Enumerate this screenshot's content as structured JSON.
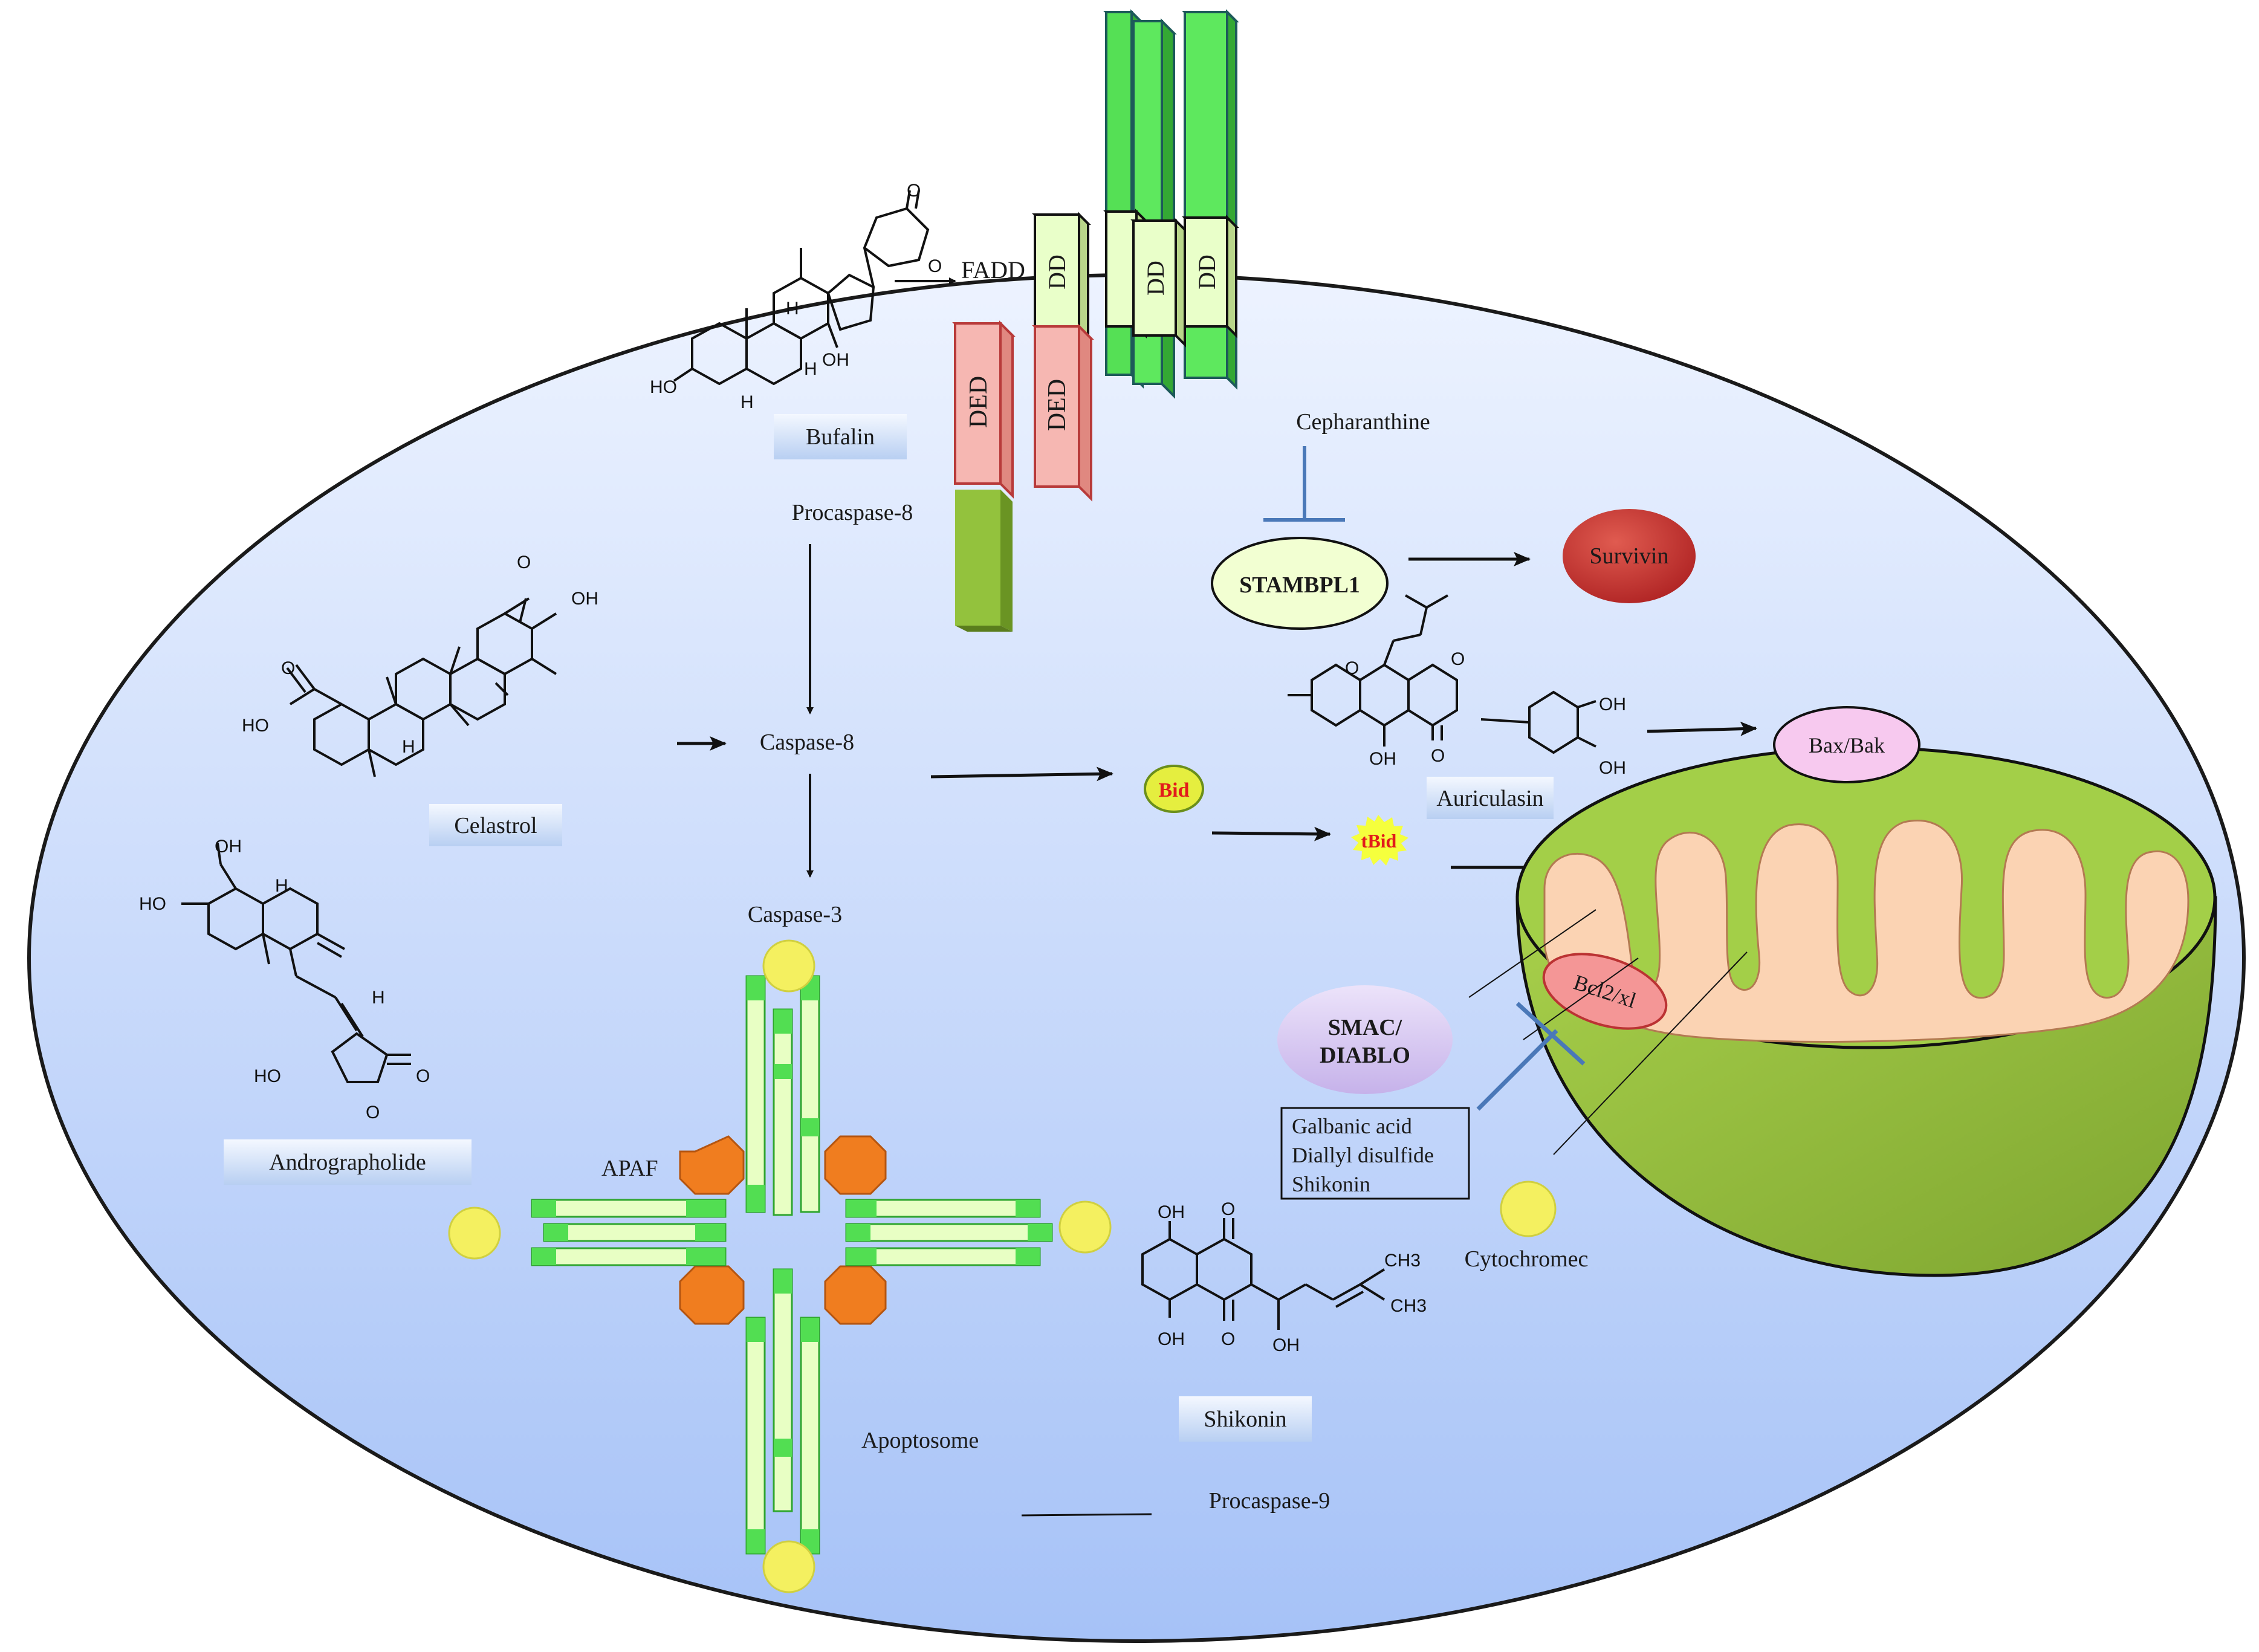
{
  "labels": {
    "fadd": "FADD",
    "dd": "DD",
    "ded": "DED",
    "procaspase8": "Procaspase-8",
    "caspase8": "Caspase-8",
    "caspase3": "Caspase-3",
    "cepharanthine": "Cepharanthine",
    "stambpl1": "STAMBPL1",
    "survivin": "Survivin",
    "bid": "Bid",
    "tbid": "tBid",
    "baxbak": "Bax/Bak",
    "bcl2": "Bcl2/xl",
    "smac_line1": "SMAC/",
    "smac_line2": "DIABLO",
    "inhibitors": [
      "Galbanic acid",
      "Diallyl disulfide",
      "Shikonin"
    ],
    "cytochrome": "Cytochromec",
    "apaf": "APAF",
    "apoptosome": "Apoptosome",
    "procaspase9": "Procaspase-9"
  },
  "compounds": {
    "bufalin": "Bufalin",
    "celastrol": "Celastrol",
    "andrographolide": "Andrographolide",
    "auriculasin": "Auriculasin",
    "shikonin": "Shikonin"
  },
  "atoms": {
    "ho": "HO",
    "oh": "OH",
    "h": "H",
    "o": "O",
    "ch3": "CH3"
  },
  "colors": {
    "cell_fill_top": "#e6efff",
    "cell_fill_bottom": "#a9c4f7",
    "receptor_green": "#5ee85e",
    "dd_box": "#e9ffc9",
    "ded_pink": "#f6b7b2",
    "procaspase_olive": "#8fc03a",
    "mito_outer": "#9bc441",
    "mito_inner": "#fbd3b3",
    "survivin": "#c93232",
    "stambpl1": "#f2ffd2",
    "smac": "#d9c8f1",
    "baxbak": "#f7c9ef",
    "bcl2": "#f49696",
    "bid": "#e5ee3f",
    "tbid": "#f5ff3d",
    "cyto_yellow": "#f4f060",
    "apaf_orange": "#f07d1f",
    "inhibit_blue": "#4a78b8"
  }
}
